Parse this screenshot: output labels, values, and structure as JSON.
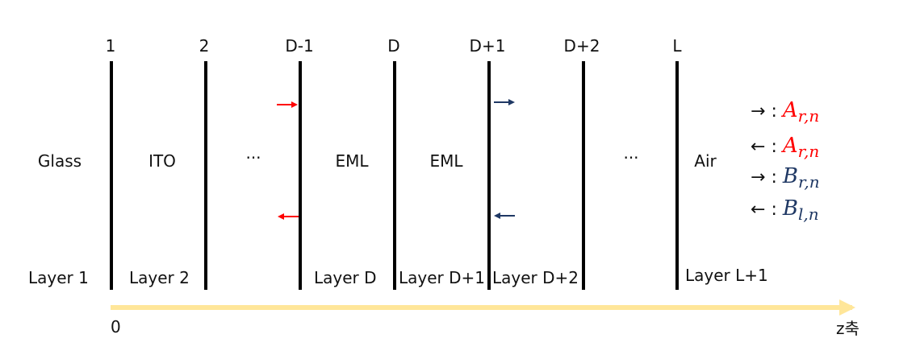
{
  "interface_numbers": [
    "1",
    "2",
    "D-1",
    "D",
    "D+1",
    "D+2",
    "L"
  ],
  "materials": [
    "Glass",
    "ITO",
    "···",
    "EML",
    "EML",
    "···",
    "Air"
  ],
  "layers": [
    "Layer 1",
    "Layer 2",
    "Layer D",
    "Layer D+1",
    "Layer D+2",
    "Layer L+1"
  ],
  "axis": {
    "origin": "0",
    "label": "z축",
    "color": "#FFE699"
  },
  "legend": [
    {
      "arrow": "→",
      "sep": ":",
      "symbol": "A",
      "subscript": "r,n",
      "color": "#FF0000"
    },
    {
      "arrow": "←",
      "sep": ":",
      "symbol": "A",
      "subscript": "r,n",
      "color": "#FF0000"
    },
    {
      "arrow": "→",
      "sep": ":",
      "symbol": "B",
      "subscript": "r,n",
      "color": "#1F3864"
    },
    {
      "arrow": "←",
      "sep": ":",
      "symbol": "B",
      "subscript": "l,n",
      "color": "#1F3864"
    }
  ],
  "colors": {
    "red_arrow": "#FF0000",
    "blue_arrow": "#1F3864",
    "lines": "#000000"
  }
}
